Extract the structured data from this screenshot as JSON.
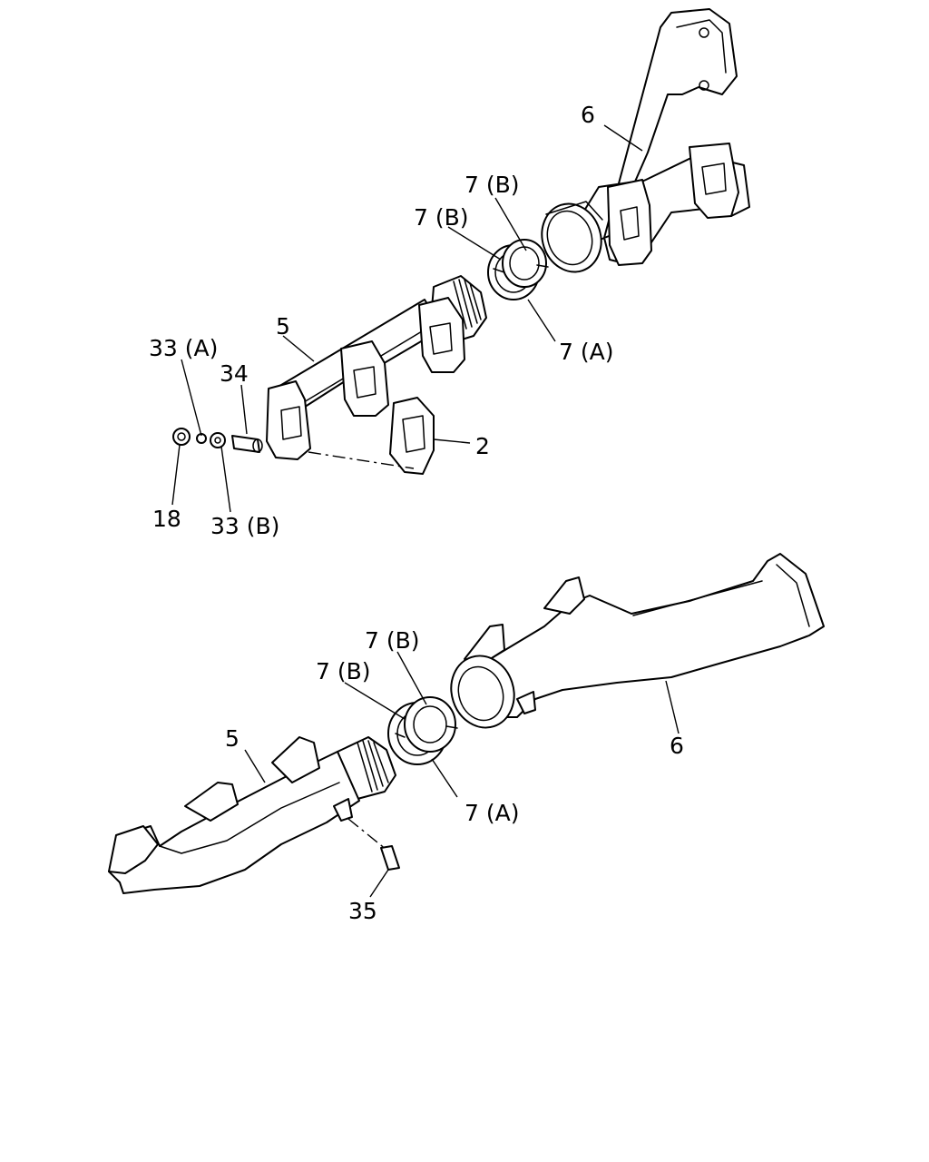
{
  "callouts": {
    "upper": {
      "p6": "6",
      "p7b_right": "7 (B)",
      "p7b_left": "7 (B)",
      "p5": "5",
      "p7a": "7 (A)",
      "p33a": "33 (A)",
      "p34": "34",
      "p2": "2",
      "p18": "18",
      "p33b": "33 (B)"
    },
    "lower": {
      "p7b_right": "7 (B)",
      "p7b_left": "7 (B)",
      "p5": "5",
      "p6": "6",
      "p7a": "7 (A)",
      "p35": "35"
    }
  },
  "colors": {
    "line": "#000000",
    "background": "#ffffff"
  }
}
